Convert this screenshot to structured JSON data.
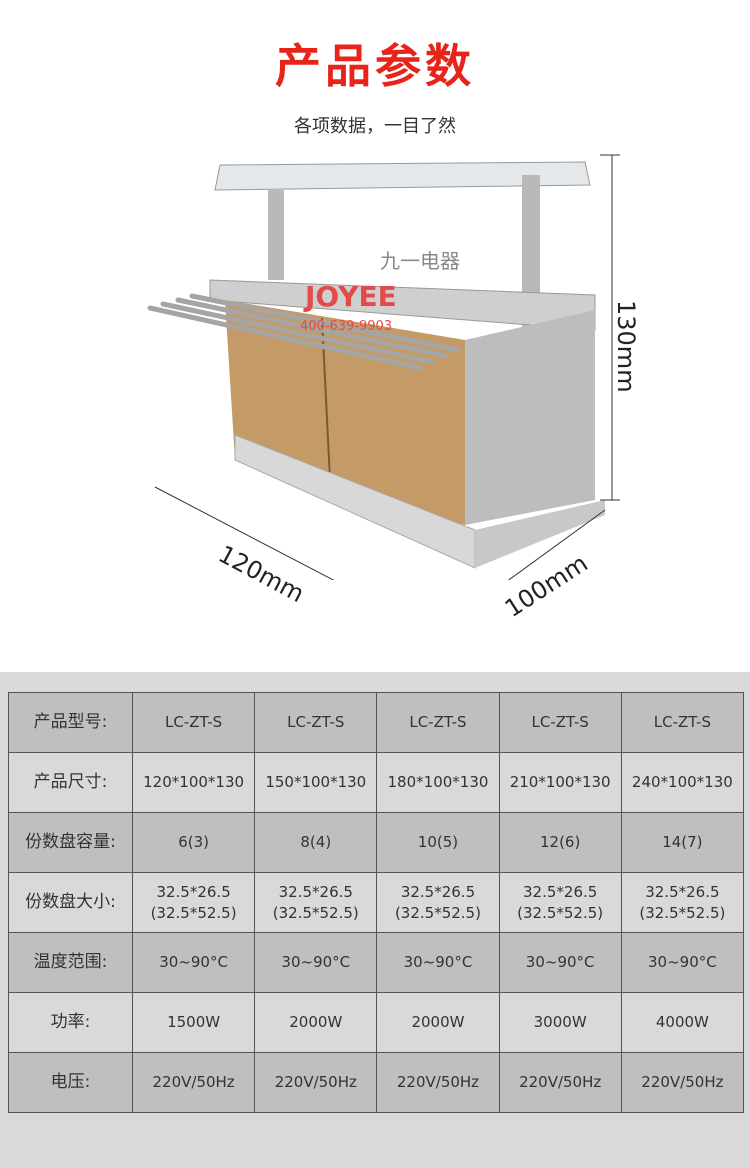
{
  "header": {
    "title": "产品参数",
    "subtitle": "各项数据，一目了然"
  },
  "product": {
    "watermark_brand": "九一电器",
    "watermark_logo": "JOYEE",
    "watermark_phone": "400-639-9903"
  },
  "dimensions": {
    "height": "130mm",
    "width": "120mm",
    "depth": "100mm"
  },
  "table": {
    "rows": [
      {
        "label": "产品型号:",
        "values": [
          "LC-ZT-S",
          "LC-ZT-S",
          "LC-ZT-S",
          "LC-ZT-S",
          "LC-ZT-S"
        ]
      },
      {
        "label": "产品尺寸:",
        "values": [
          "120*100*130",
          "150*100*130",
          "180*100*130",
          "210*100*130",
          "240*100*130"
        ]
      },
      {
        "label": "份数盘容量:",
        "values": [
          "6(3)",
          "8(4)",
          "10(5)",
          "12(6)",
          "14(7)"
        ]
      },
      {
        "label": "份数盘大小:",
        "values": [
          "32.5*26.5 (32.5*52.5)",
          "32.5*26.5 (32.5*52.5)",
          "32.5*26.5 (32.5*52.5)",
          "32.5*26.5 (32.5*52.5)",
          "32.5*26.5 (32.5*52.5)"
        ]
      },
      {
        "label": "温度范围:",
        "values": [
          "30~90°C",
          "30~90°C",
          "30~90°C",
          "30~90°C",
          "30~90°C"
        ]
      },
      {
        "label": "功率:",
        "values": [
          "1500W",
          "2000W",
          "2000W",
          "3000W",
          "4000W"
        ]
      },
      {
        "label": "电压:",
        "values": [
          "220V/50Hz",
          "220V/50Hz",
          "220V/50Hz",
          "220V/50Hz",
          "220V/50Hz"
        ]
      }
    ]
  }
}
